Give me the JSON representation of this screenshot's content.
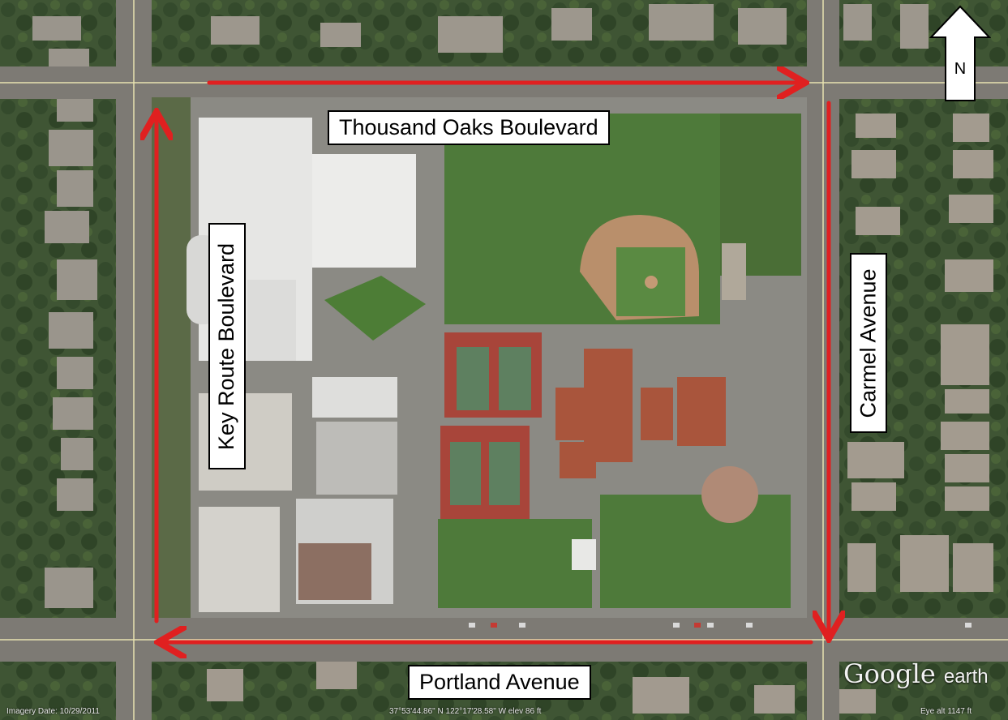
{
  "streets": {
    "north": "Thousand Oaks Boulevard",
    "west": "Key Route Boulevard",
    "east": "Carmel Avenue",
    "south": "Portland Avenue"
  },
  "compass": {
    "label": "N",
    "icon": "north-arrow-icon"
  },
  "watermark": {
    "brand": "Google",
    "product": "earth"
  },
  "footer": {
    "imagery_date": "Imagery Date: 10/29/2011",
    "coordinates": "37°53'44.86\" N 122°17'28.58\" W elev 86 ft",
    "eye_alt": "Eye alt 1147 ft"
  },
  "colors": {
    "route_arrow": "#e02020",
    "grass": "#4e7a3a",
    "court": "#a8453a",
    "road": "#7d7a74",
    "roof_white": "#e6e6e4",
    "roof_tile": "#a9553c"
  }
}
